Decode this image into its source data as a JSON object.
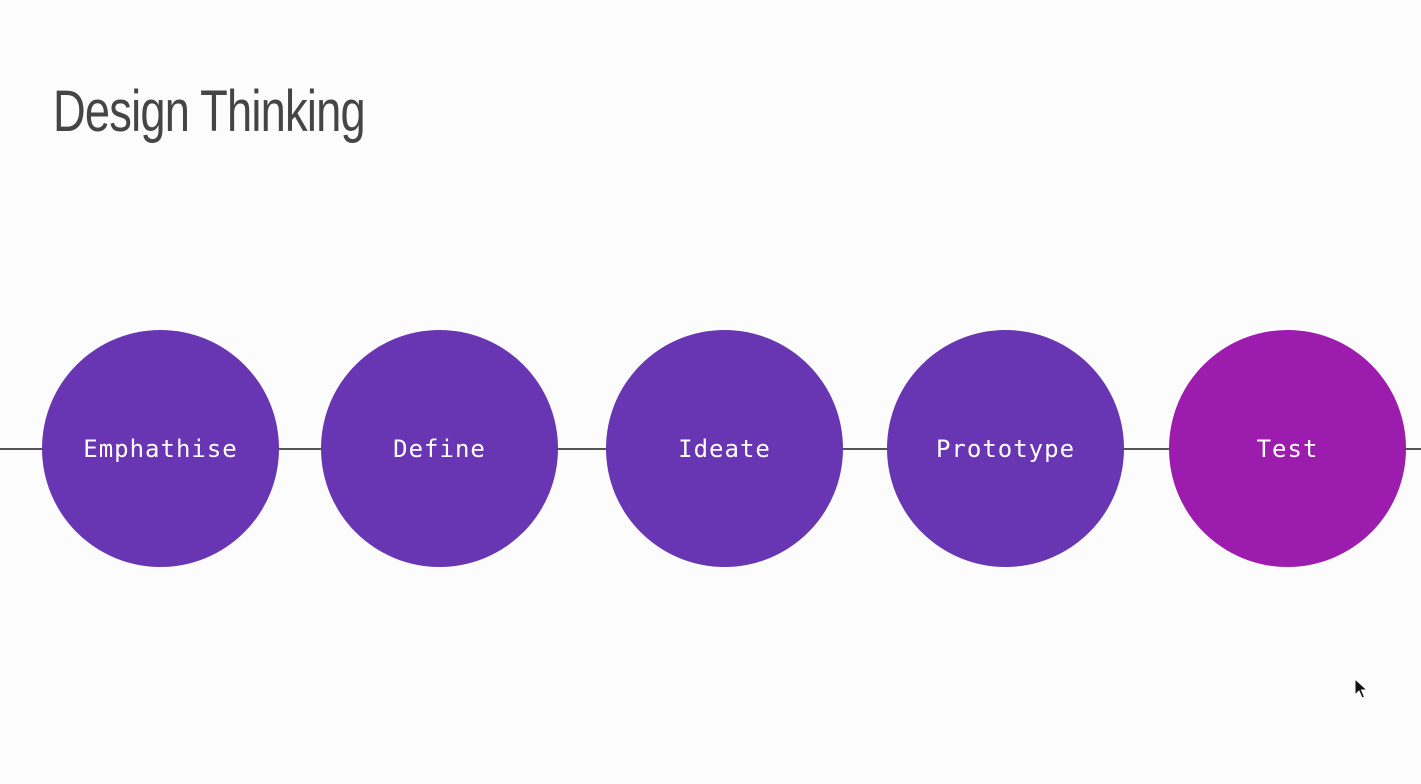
{
  "slide": {
    "title": "Design Thinking"
  },
  "stages": [
    {
      "label": "Emphathise",
      "color": "#6936b3"
    },
    {
      "label": "Define",
      "color": "#6936b3"
    },
    {
      "label": "Ideate",
      "color": "#6936b3"
    },
    {
      "label": "Prototype",
      "color": "#6936b3"
    },
    {
      "label": "Test",
      "color": "#9c1cad"
    }
  ],
  "colors": {
    "background": "#fdfcfd",
    "title": "#454545",
    "connector": "#555555",
    "label": "#ffffff"
  },
  "icons": {
    "cursor": "mouse-pointer-icon"
  }
}
